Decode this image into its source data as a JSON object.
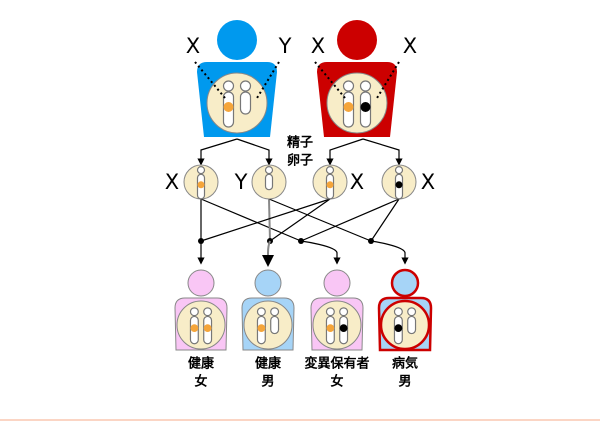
{
  "colors": {
    "male": "#0099ee",
    "female_affected_parent": "#cc0000",
    "child_male": "#a6d4f7",
    "child_female": "#f9c6f5",
    "cell": "#f8edc8",
    "normal_allele": "#f5a53a",
    "variant_allele": "#000000",
    "affected_outline": "#cc0000"
  },
  "parents": [
    {
      "role": "father",
      "chromosomes": [
        {
          "type": "X",
          "allele": "normal"
        },
        {
          "type": "Y",
          "allele": null
        }
      ],
      "labels": [
        "X",
        "Y"
      ]
    },
    {
      "role": "mother",
      "chromosomes": [
        {
          "type": "X",
          "allele": "normal"
        },
        {
          "type": "X",
          "allele": "variant"
        }
      ],
      "labels": [
        "X",
        "X"
      ]
    }
  ],
  "gamete_labels": {
    "sperm": "精子",
    "egg": "卵子"
  },
  "gametes": [
    {
      "label": "X",
      "type": "X",
      "allele": "normal"
    },
    {
      "label": "Y",
      "type": "Y",
      "allele": null
    },
    {
      "label": "X",
      "type": "X",
      "allele": "normal"
    },
    {
      "label": "X",
      "type": "X",
      "allele": "variant"
    }
  ],
  "children": [
    {
      "status": "健康",
      "sex": "女",
      "chromosomes": [
        {
          "type": "X",
          "allele": "normal"
        },
        {
          "type": "X",
          "allele": "normal"
        }
      ],
      "affected": false
    },
    {
      "status": "健康",
      "sex": "男",
      "chromosomes": [
        {
          "type": "X",
          "allele": "normal"
        },
        {
          "type": "Y",
          "allele": null
        }
      ],
      "affected": false
    },
    {
      "status": "変異保有者",
      "sex": "女",
      "chromosomes": [
        {
          "type": "X",
          "allele": "normal"
        },
        {
          "type": "X",
          "allele": "variant"
        }
      ],
      "affected": false
    },
    {
      "status": "病気",
      "sex": "男",
      "chromosomes": [
        {
          "type": "X",
          "allele": "variant"
        },
        {
          "type": "Y",
          "allele": null
        }
      ],
      "affected": true
    }
  ]
}
